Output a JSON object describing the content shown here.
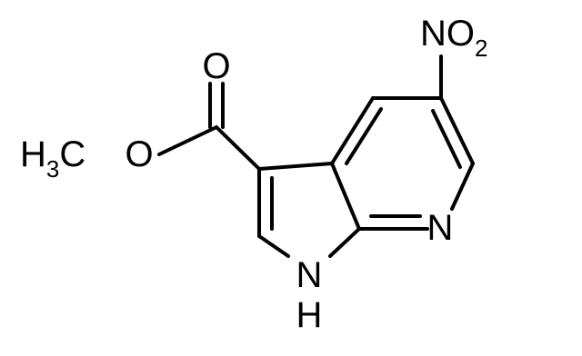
{
  "atoms": {
    "carbonyl_oxygen": "O",
    "ester_oxygen": "O",
    "methyl": {
      "base": "H",
      "sub": "3",
      "rest": "C"
    },
    "ring_nitrogen": "N",
    "nh_nitrogen": "N",
    "nh_hydrogen": "H",
    "nitro": {
      "base": "NO",
      "sub": "2"
    }
  }
}
